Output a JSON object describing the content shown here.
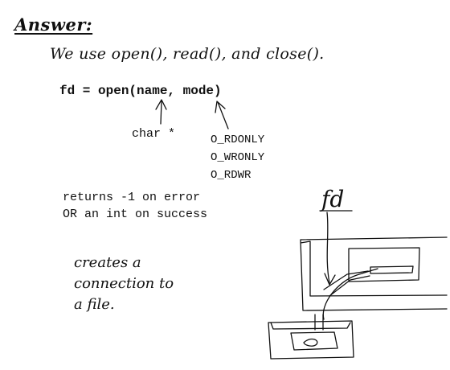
{
  "heading": "Answer:",
  "intro": "We use open(), read(), and close().",
  "code": "fd = open(name, mode)",
  "name_type": "char *",
  "mode_options": [
    "O_RDONLY",
    "O_WRONLY",
    "O_RDWR"
  ],
  "returns": [
    "returns -1 on error",
    "OR an int on success"
  ],
  "creates": [
    "creates a",
    "connection to",
    "a file."
  ],
  "sketch": {
    "fd_label": "fd"
  }
}
